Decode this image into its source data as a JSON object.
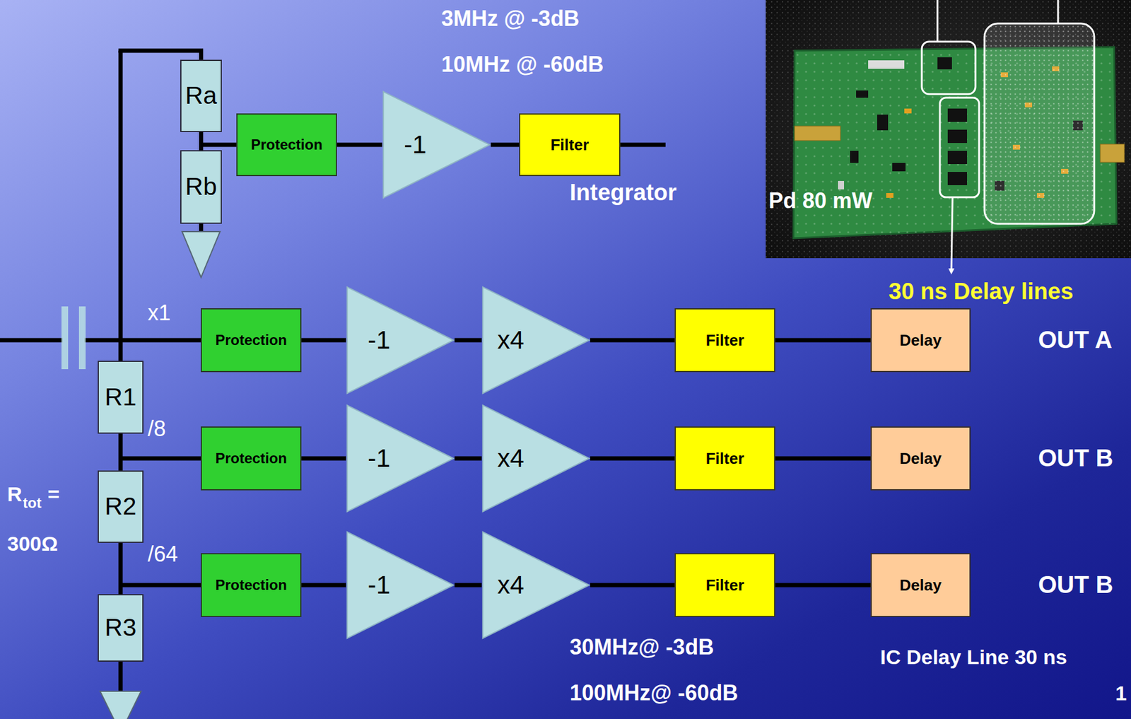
{
  "diagram": {
    "nodes": [
      {
        "text": [
          "Ra"
        ]
      },
      {
        "text": [
          "Rb"
        ]
      },
      {
        "text": [
          "Protection"
        ]
      },
      {
        "text": [
          "-1"
        ]
      },
      {
        "text": [
          "Filter"
        ]
      },
      {
        "text": [
          "Protection"
        ]
      },
      {
        "text": [
          "-1"
        ]
      },
      {
        "text": [
          "x4"
        ]
      },
      {
        "text": [
          "Filter"
        ]
      },
      {
        "text": [
          "Delay"
        ]
      },
      {
        "text": [
          "R1"
        ]
      },
      {
        "text": [
          "Protection"
        ]
      },
      {
        "text": [
          "-1"
        ]
      },
      {
        "text": [
          "x4"
        ]
      },
      {
        "text": [
          "Filter"
        ]
      },
      {
        "text": [
          "Delay"
        ]
      },
      {
        "text": [
          "R2"
        ]
      },
      {
        "text": [
          "Protection"
        ]
      },
      {
        "text": [
          "-1"
        ]
      },
      {
        "text": [
          "x4"
        ]
      },
      {
        "text": [
          "Filter"
        ]
      },
      {
        "text": [
          "Delay"
        ]
      },
      {
        "text": [
          "R3"
        ]
      }
    ],
    "edges": [
      {
        "from": 0,
        "to": 1,
        "arrow": "none"
      },
      {
        "from": 2,
        "to": 3,
        "arrow": "none"
      },
      {
        "from": 3,
        "to": 4,
        "arrow": "none"
      },
      {
        "from": 5,
        "to": 6,
        "arrow": "none"
      },
      {
        "from": 6,
        "to": 7,
        "arrow": "none"
      },
      {
        "from": 7,
        "to": 8,
        "arrow": "none"
      },
      {
        "from": 8,
        "to": 9,
        "arrow": "none"
      },
      {
        "from": 11,
        "to": 12,
        "arrow": "none"
      },
      {
        "from": 12,
        "to": 13,
        "arrow": "none"
      },
      {
        "from": 13,
        "to": 14,
        "arrow": "none"
      },
      {
        "from": 14,
        "to": 15,
        "arrow": "none"
      },
      {
        "from": 17,
        "to": 18,
        "arrow": "none"
      },
      {
        "from": 18,
        "to": 19,
        "arrow": "none"
      },
      {
        "from": 19,
        "to": 20,
        "arrow": "none"
      },
      {
        "from": 20,
        "to": 21,
        "arrow": "none"
      },
      {
        "from": 10,
        "to": 16,
        "arrow": "none"
      },
      {
        "from": 16,
        "to": 22,
        "arrow": "none"
      }
    ],
    "labels": [
      "3MHz @ -3dB",
      "10MHz @ -60dB",
      "Integrator",
      "Pd 80 mW",
      "30 ns Delay lines",
      "x1",
      "OUT A",
      "/8",
      "OUT B",
      "R",
      "tot",
      "=",
      "300Ω",
      "/64",
      "OUT B",
      "30MHz@ -3dB",
      "IC Delay Line 30 ns",
      "100MHz@ -60dB",
      "1"
    ]
  }
}
